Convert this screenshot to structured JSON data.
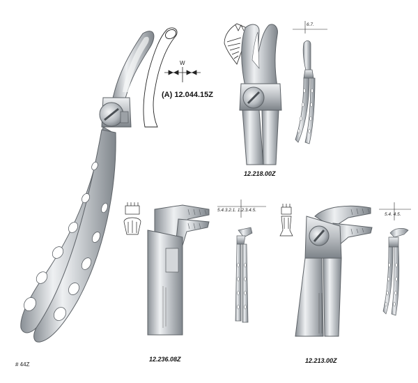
{
  "main_forceps": {
    "catalog_label": "(A) 12.044.15Z",
    "width_label": "W",
    "footer_code": "# 44Z"
  },
  "forceps_218": {
    "catalog_label": "12.218.00Z",
    "tooth_numbers": "6.7."
  },
  "forceps_236": {
    "catalog_label": "12.236.08Z",
    "tooth_numbers": "5.4.3.2.1. 1.2.3.4.5."
  },
  "forceps_213": {
    "catalog_label": "12.213.00Z",
    "tooth_numbers": "5.4. 4.5."
  },
  "colors": {
    "steel_light": "#e6e8ea",
    "steel_mid": "#b8bcc0",
    "steel_dark": "#7e848a",
    "outline": "#5c6166"
  }
}
